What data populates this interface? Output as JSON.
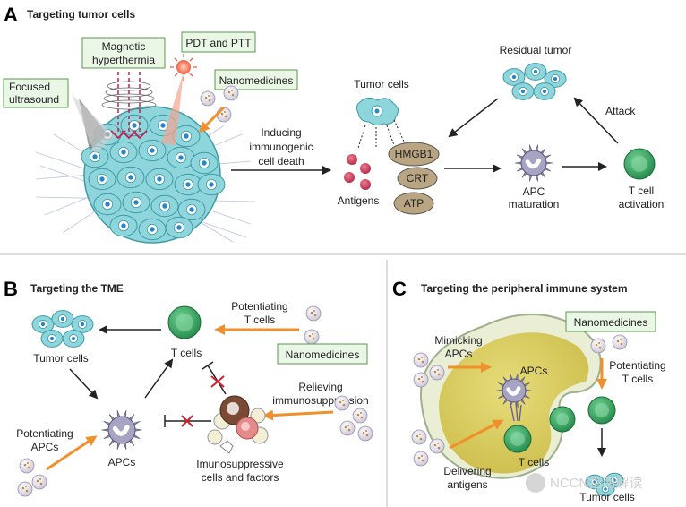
{
  "panels": {
    "a": {
      "letter": "A",
      "title": "Targeting tumor cells",
      "focused_ultrasound": [
        "Focused",
        "ultrasound"
      ],
      "magnetic_hyperthermia": [
        "Magnetic",
        "hyperthermia"
      ],
      "pdt_ptt": "PDT and PTT",
      "nanomedicines": "Nanomedicines",
      "inducing": [
        "Inducing",
        "immunogenic",
        "cell death"
      ],
      "tumor_cells": "Tumor cells",
      "antigens": "Antigens",
      "hmgb1": "HMGB1",
      "crt": "CRT",
      "atp": "ATP",
      "apc_maturation": [
        "APC",
        "maturation"
      ],
      "t_cell_activation": [
        "T cell",
        "activation"
      ],
      "residual_tumor": "Residual tumor",
      "attack": "Attack"
    },
    "b": {
      "letter": "B",
      "title": "Targeting the TME",
      "tumor_cells": "Tumor cells",
      "t_cells": "T cells",
      "potentiating_t": [
        "Potentiating",
        "T cells"
      ],
      "nanomedicines": "Nanomedicines",
      "relieving": [
        "Relieving",
        "immunosuppression"
      ],
      "imunosuppressive": [
        "Imunosuppressive",
        "cells and factors"
      ],
      "potentiating_apcs": [
        "Potentiating",
        "APCs"
      ],
      "apcs": "APCs"
    },
    "c": {
      "letter": "C",
      "title": "Targeting the peripheral immune system",
      "nanomedicines": "Nanomedicines",
      "mimicking": [
        "Mimicking",
        "APCs"
      ],
      "apcs": "APCs",
      "potentiating_t": [
        "Potentiating",
        "T cells"
      ],
      "delivering": [
        "Delivering",
        "antigens"
      ],
      "t_cells": "T cells",
      "tumor_cells": "Tumor cells"
    }
  },
  "watermark": "NCCN指南解读",
  "colors": {
    "tumor": "#8fd6dc",
    "tumor_stroke": "#3e9aa6",
    "tcell": "#3fa867",
    "apc": "#8c88a8",
    "label_box_bg": "#eaf6e6",
    "label_box_border": "#5a9a4a",
    "orange_arrow": "#f0902a",
    "antigen": "#c43a55",
    "node_bg": "#b9a582"
  }
}
